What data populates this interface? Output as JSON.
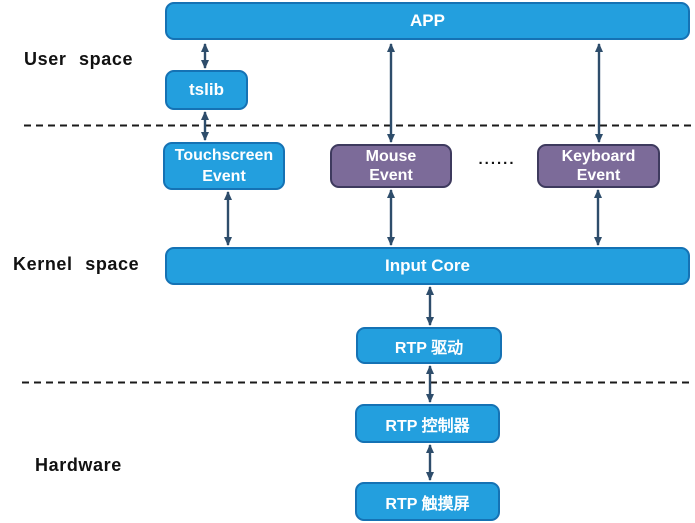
{
  "diagram": {
    "labels": {
      "user_space": "User space",
      "kernel_space": "Kernel space",
      "hardware": "Hardware"
    },
    "nodes": {
      "app": "APP",
      "tslib": "tslib",
      "touchscreen_line1": "Touchscreen",
      "touchscreen_line2": "Event",
      "mouse_line1": "Mouse",
      "mouse_line2": "Event",
      "keyboard_line1": "Keyboard",
      "keyboard_line2": "Event",
      "input_core": "Input Core",
      "rtp_driver": "RTP 驱动",
      "rtp_controller": "RTP 控制器",
      "rtp_touchscreen": "RTP 触摸屏"
    },
    "ellipsis": "......",
    "colors": {
      "blue_fill": "#239FDE",
      "blue_border": "#1572B4",
      "purple_fill": "#7C6B99",
      "purple_border": "#3E3A5E",
      "arrow": "#2E4D6B",
      "divider": "#1A1A1A",
      "box_text": "#FFFFFF",
      "label_text": "#111111",
      "background": "#FFFFFF"
    }
  }
}
